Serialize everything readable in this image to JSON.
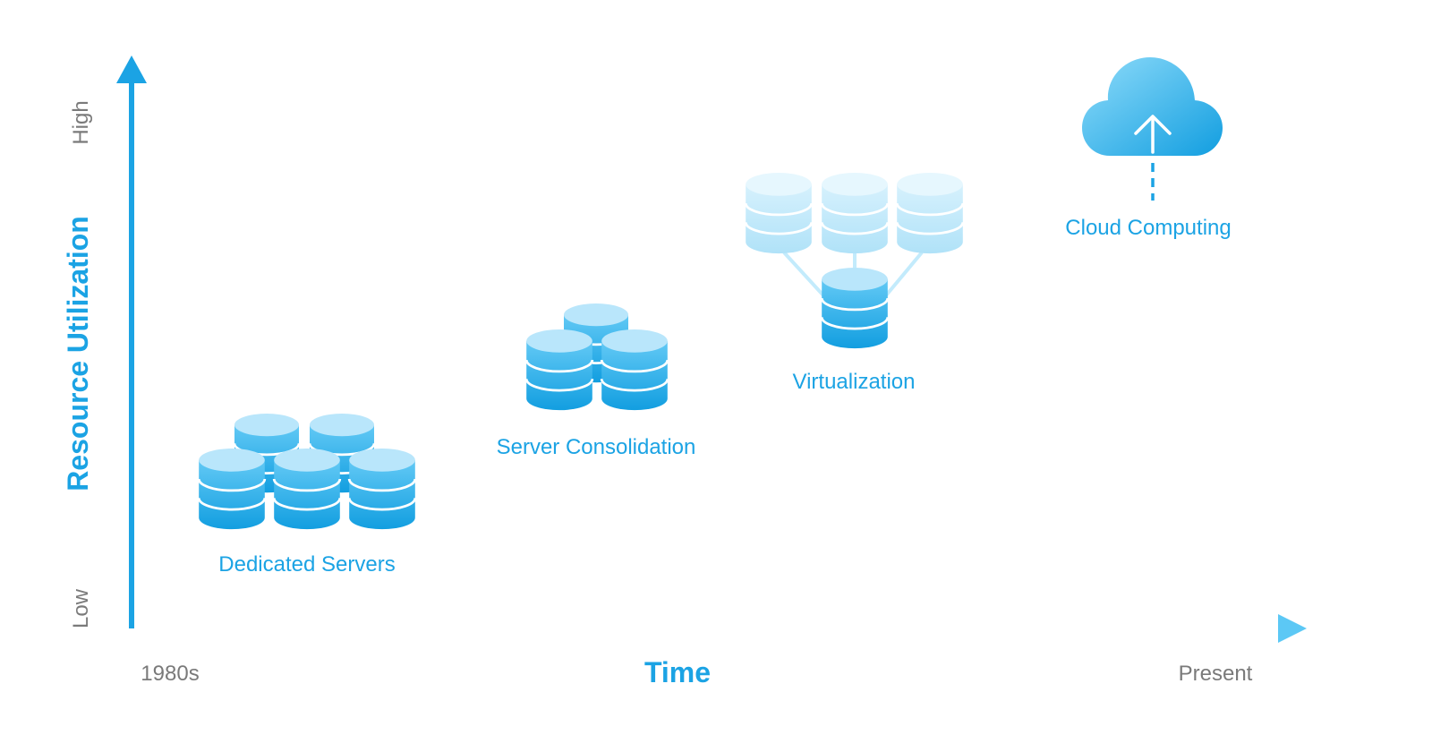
{
  "axes": {
    "y_title": "Resource Utilization",
    "y_high": "High",
    "y_low": "Low",
    "x_title": "Time",
    "x_start": "1980s",
    "x_end": "Present"
  },
  "stages": [
    {
      "label": "Dedicated Servers"
    },
    {
      "label": "Server Consolidation"
    },
    {
      "label": "Virtualization"
    },
    {
      "label": "Cloud Computing"
    }
  ],
  "colors": {
    "accent": "#1ba3e4",
    "accent_light": "#5cc8f5",
    "db_top": "#b9e6fb",
    "db_light": "#cdeffc",
    "scale_text": "#7a7a7a"
  },
  "icons": {
    "database": "database-icon",
    "cloud": "cloud-upload-icon"
  }
}
